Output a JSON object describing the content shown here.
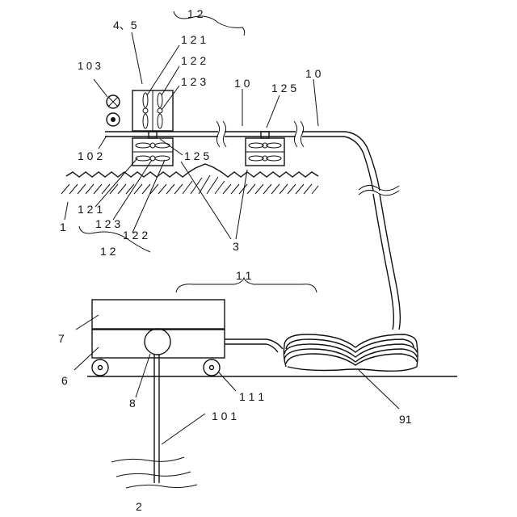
{
  "labels": {
    "fan_unit_top": "4、5",
    "group_12_top": "1 2",
    "top_121": "1 2 1",
    "top_122": "1 2 2",
    "top_123": "1 2 3",
    "label_103": "1 0 3",
    "label_102": "1 0 2",
    "pipe_10_left": "1 0",
    "pipe_10_right": "1 0",
    "label_125_top": "1 2 5",
    "label_125_mid": "1 2 5",
    "ground_1": "1",
    "bottom_121": "1 2 1",
    "bottom_123": "1 2 3",
    "bottom_122": "1 2 2",
    "group_12_bottom": "1 2",
    "label_3": "3",
    "group_11": "1 1",
    "label_7": "7",
    "label_6": "6",
    "label_8": "8",
    "label_111": "1 1 1",
    "label_101": "1 0 1",
    "label_2": "2",
    "label_91": "91"
  }
}
